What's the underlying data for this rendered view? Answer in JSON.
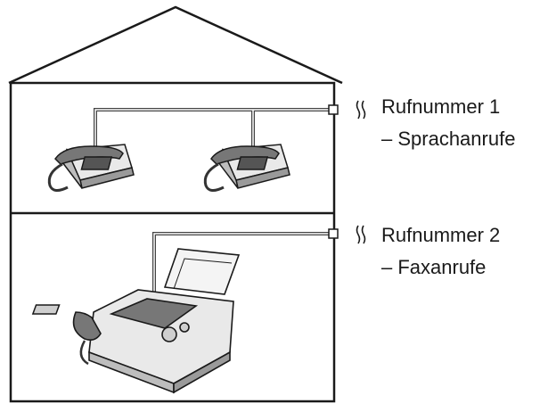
{
  "line1": {
    "number_label": "Rufnummer 1",
    "call_type": "– Sprachanrufe"
  },
  "line2": {
    "number_label": "Rufnummer 2",
    "call_type": "– Faxanrufe"
  },
  "colors": {
    "stroke": "#1a1a1a",
    "cable": "#444444",
    "device_fill": "#e9e9e9",
    "device_dark": "#555555"
  }
}
